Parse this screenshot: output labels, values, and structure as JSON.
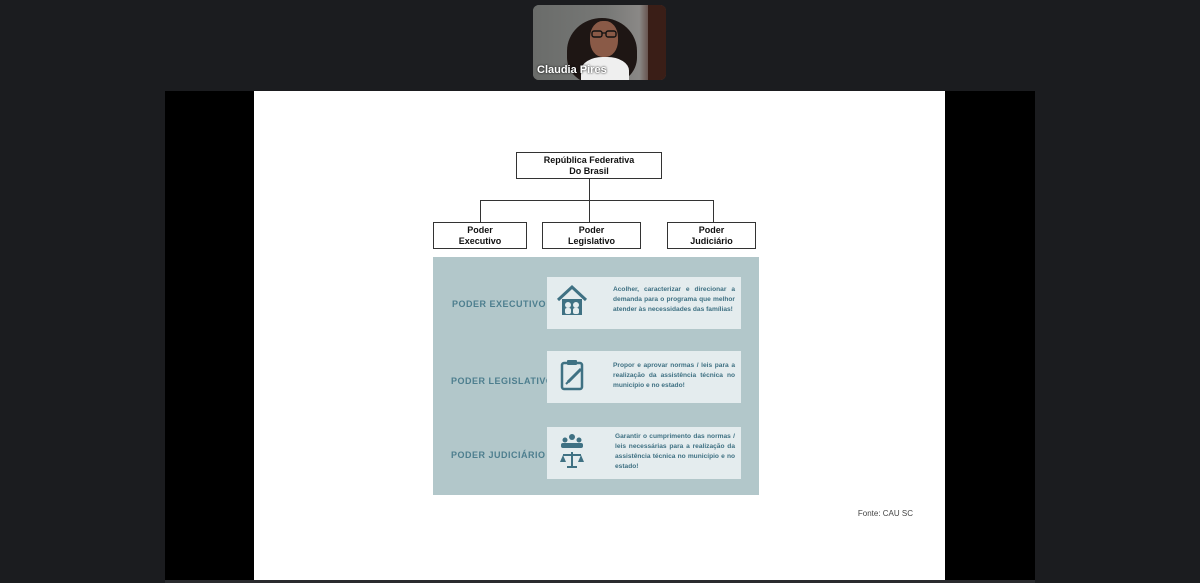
{
  "meeting": {
    "participant_name": "Claudia Pires"
  },
  "slide": {
    "org_chart": {
      "root": "República Federativa\nDo Brasil",
      "branches": [
        "Poder\nExecutivo",
        "Poder\nLegislativo",
        "Poder\nJudiciário"
      ]
    },
    "rows": [
      {
        "label": "PODER EXECUTIVO",
        "icon": "house-family-icon",
        "text": "Acolher, caracterizar e direcionar a demanda para o programa que melhor atender às necessidades das famílias!"
      },
      {
        "label": "PODER LEGISLATIVO",
        "icon": "clipboard-pen-icon",
        "text": "Propor e aprovar normas / leis para a realização da assistência técnica no município e no estado!"
      },
      {
        "label": "PODER JUDICIÁRIO",
        "icon": "justice-scale-icon",
        "text": "Garantir o cumprimento das normas / leis necessárias para a realização da assistência técnica no município e no estado!"
      }
    ],
    "source": "Fonte: CAU SC"
  },
  "colors": {
    "panel_bg": "#b2c7ca",
    "card_bg": "#e4ecee",
    "accent_text": "#4d7e8e"
  }
}
